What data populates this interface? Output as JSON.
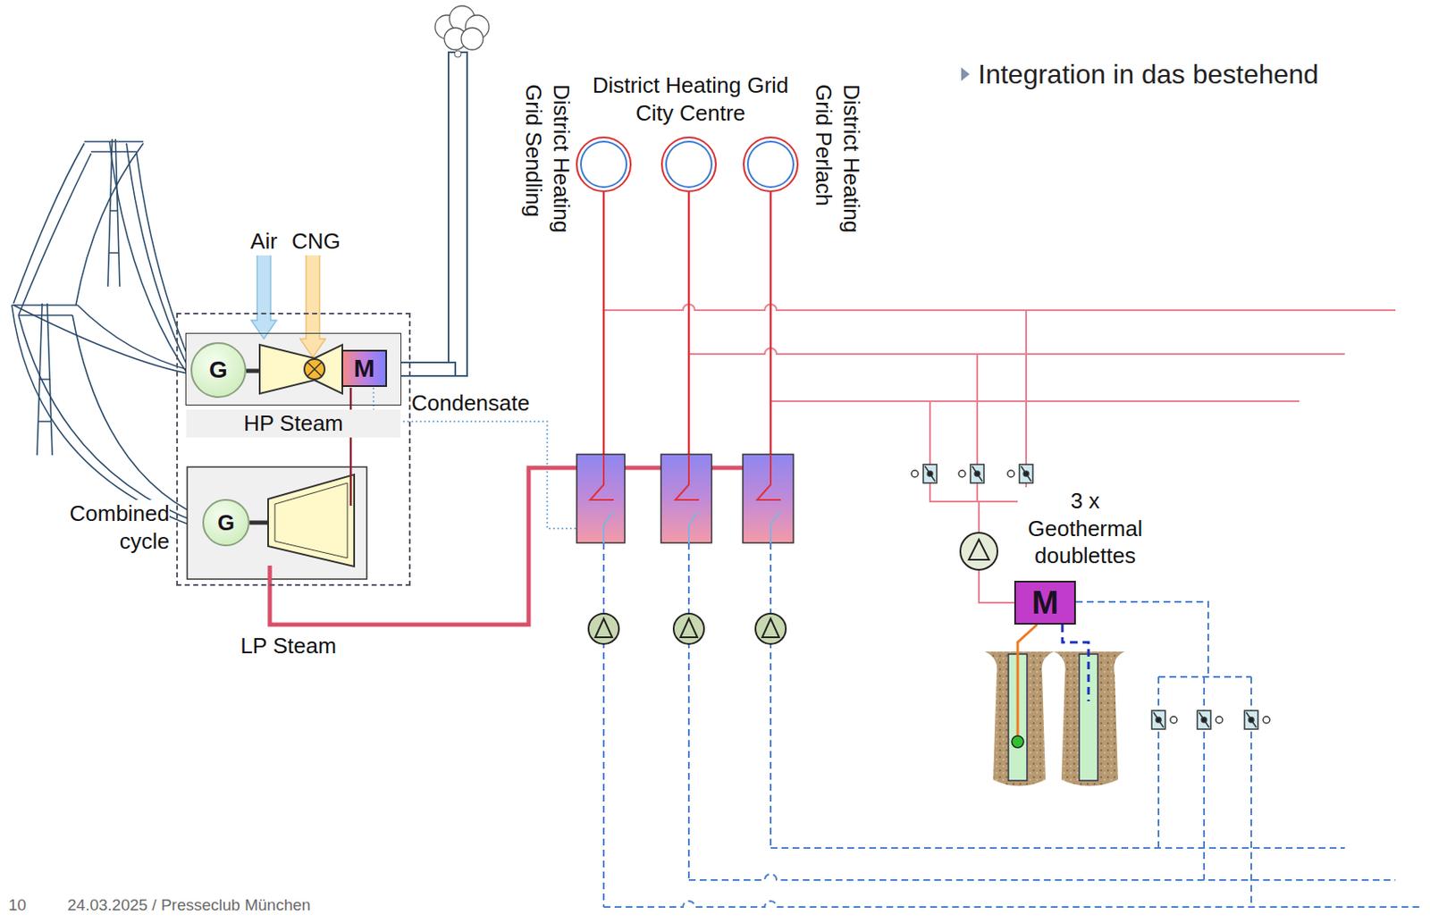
{
  "diagram": {
    "nodes": [
      {
        "text": [
          "Combined cycle"
        ]
      },
      {
        "text": [
          "HP Steam"
        ],
        "in": 0
      },
      {
        "text": [
          "G"
        ],
        "in": 1
      },
      {
        "text": [
          "M"
        ],
        "in": 1
      },
      {
        "text": [
          "G"
        ],
        "in": 0
      },
      {
        "text": [
          "District Heating Grid Sendling"
        ]
      },
      {
        "text": [
          "District Heating Grid City Centre"
        ]
      },
      {
        "text": [
          "District Heating Grid Perlach"
        ]
      },
      {
        "text": [
          "M"
        ]
      }
    ],
    "edges": [
      {
        "from": 8,
        "to": 5,
        "arrow": "none"
      },
      {
        "from": 8,
        "to": 6,
        "arrow": "none"
      },
      {
        "from": 8,
        "to": 7,
        "arrow": "none"
      }
    ],
    "labels": [
      "Integration in das bestehend",
      "Air",
      "CNG",
      "Condensate",
      "LP Steam",
      "3 x Geothermal doublettes",
      "10",
      "24.03.2025 / Presseclub München"
    ]
  }
}
